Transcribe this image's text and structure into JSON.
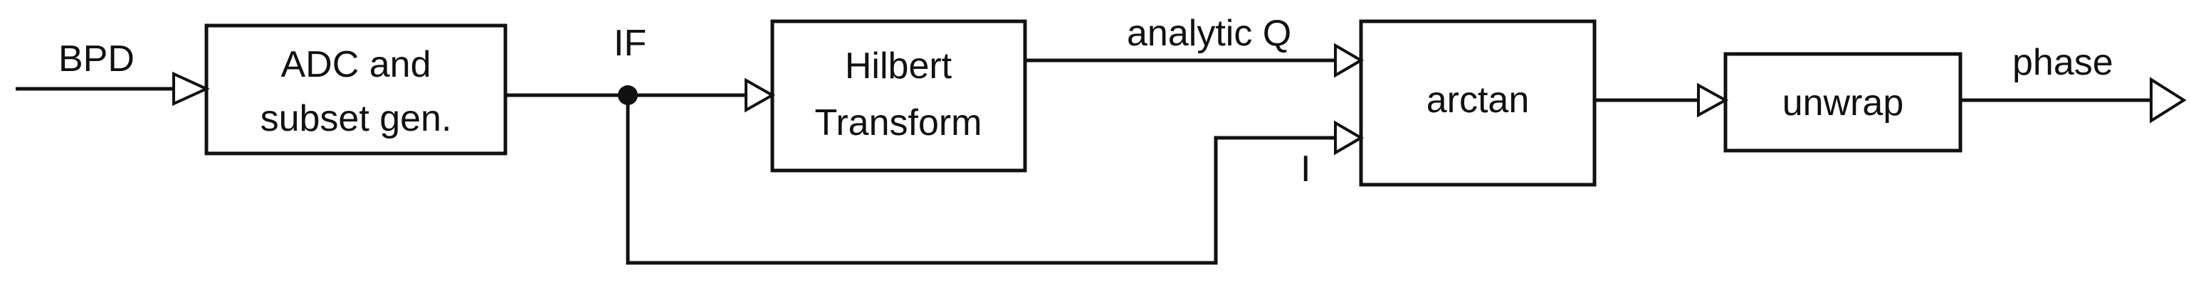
{
  "blocks": {
    "adc": {
      "line1": "ADC and",
      "line2": "subset gen."
    },
    "hilbert": {
      "line1": "Hilbert",
      "line2": "Transform"
    },
    "arctan": {
      "label": "arctan"
    },
    "unwrap": {
      "label": "unwrap"
    }
  },
  "signals": {
    "input": "BPD",
    "if": "IF",
    "analytic_q": "analytic Q",
    "i": "I",
    "output": "phase"
  }
}
